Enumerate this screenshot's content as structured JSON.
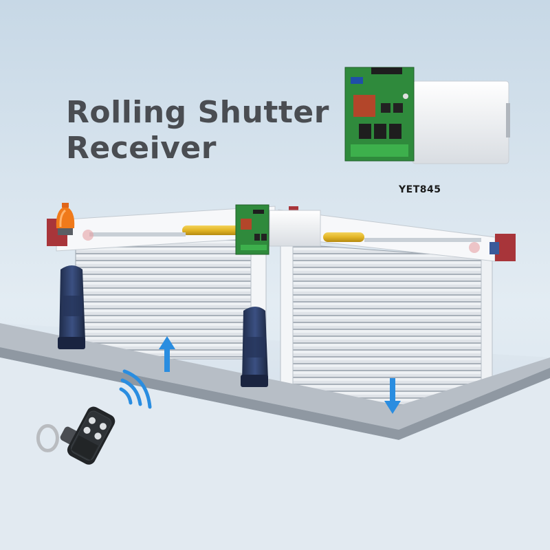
{
  "headline": {
    "line1": "Rolling Shutter",
    "line2": "Receiver"
  },
  "product": {
    "model": "YET845"
  },
  "colors": {
    "background": "#d4e2ee",
    "headline_text": "#4a4d52",
    "pcb_green": "#2f8a3c",
    "arrow_blue": "#2a8de0",
    "signal_blue": "#2a8de0",
    "lamp_orange": "#f07a1a",
    "bracket_red": "#a8353a",
    "sensor_navy": "#2c3f66"
  },
  "icons": [
    "arrow-up-icon",
    "arrow-down-icon",
    "wireless-signal-icon",
    "remote-control-icon",
    "warning-lamp-icon"
  ]
}
